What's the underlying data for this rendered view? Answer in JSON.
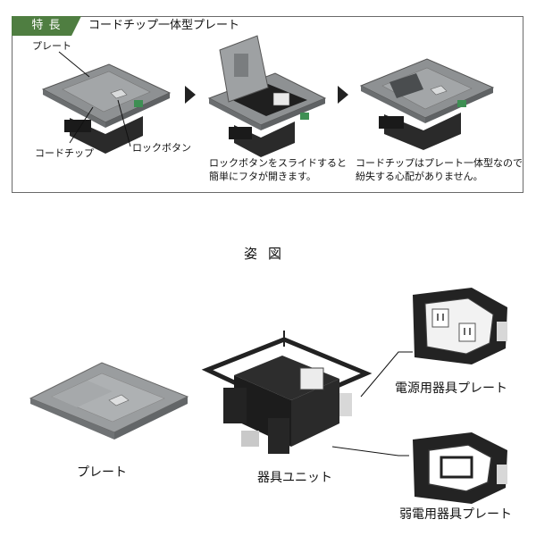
{
  "feature": {
    "tab": "特 長",
    "title": "コードチップ一体型プレート",
    "labels": {
      "plate": "プレート",
      "cord_chip": "コードチップ",
      "lock_button": "ロックボタン"
    },
    "captions": {
      "step2": [
        "ロックボタンをスライドすると",
        "簡単にフタが開きます。"
      ],
      "step3": [
        "コードチップはプレート一体型なので",
        "紛失する心配がありません。"
      ]
    }
  },
  "figure": {
    "heading": "姿図",
    "labels": {
      "plate": "プレート",
      "unit": "器具ユニット",
      "power_plate": "電源用器具プレート",
      "weak_plate": "弱電用器具プレート"
    }
  }
}
